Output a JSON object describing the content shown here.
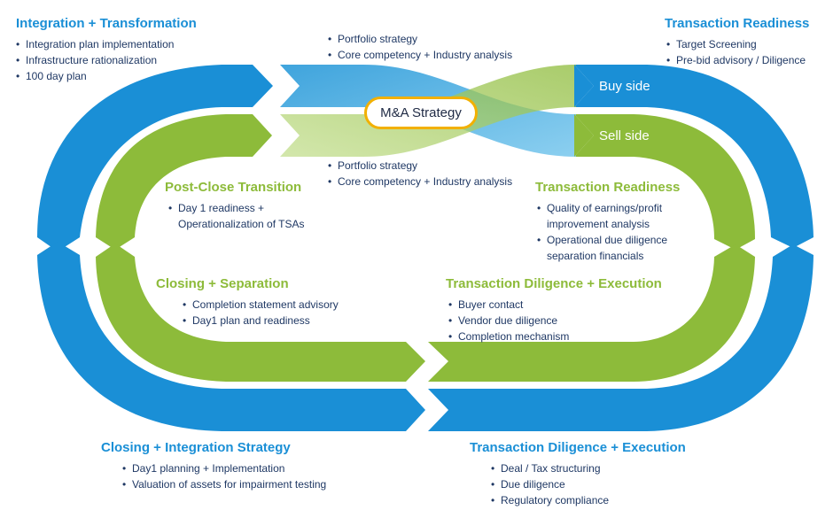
{
  "center": {
    "label": "M&A Strategy"
  },
  "lanes": {
    "buy": "Buy side",
    "sell": "Sell side"
  },
  "blocks": {
    "integration_transformation": {
      "title": "Integration + Transformation",
      "items": [
        "Integration plan implementation",
        "Infrastructure rationalization",
        "100 day plan"
      ]
    },
    "transaction_readiness_outer": {
      "title": "Transaction Readiness",
      "items": [
        "Target Screening",
        "Pre-bid advisory / Diligence"
      ]
    },
    "portfolio_top": {
      "items": [
        "Portfolio strategy",
        "Core competency + Industry analysis"
      ]
    },
    "portfolio_mid": {
      "items": [
        "Portfolio strategy",
        "Core competency + Industry analysis"
      ]
    },
    "post_close": {
      "title": "Post-Close Transition",
      "items": [
        "Day 1 readiness +\nOperationalization of TSAs"
      ]
    },
    "transaction_readiness_inner": {
      "title": "Transaction Readiness",
      "items": [
        "Quality of earnings/profit\nimprovement analysis",
        "Operational due diligence\nseparation financials"
      ]
    },
    "closing_separation": {
      "title": "Closing + Separation",
      "items": [
        "Completion statement advisory",
        "Day1 plan and readiness"
      ]
    },
    "diligence_inner": {
      "title": "Transaction Diligence + Execution",
      "items": [
        "Buyer contact",
        "Vendor due diligence",
        "Completion mechanism"
      ]
    },
    "closing_integration": {
      "title": "Closing + Integration Strategy",
      "items": [
        "Day1 planning + Implementation",
        "Valuation of assets for impairment testing"
      ]
    },
    "diligence_outer": {
      "title": "Transaction Diligence + Execution",
      "items": [
        "Deal / Tax structuring",
        "Due diligence",
        "Regulatory compliance"
      ]
    }
  },
  "colors": {
    "blue": "#1a8fd6",
    "green": "#8dbb3a",
    "light_blue": "#5bb5e4",
    "light_green": "#a9cf5a",
    "center_border": "#f2b000",
    "bullet_text": "#1f3864"
  }
}
